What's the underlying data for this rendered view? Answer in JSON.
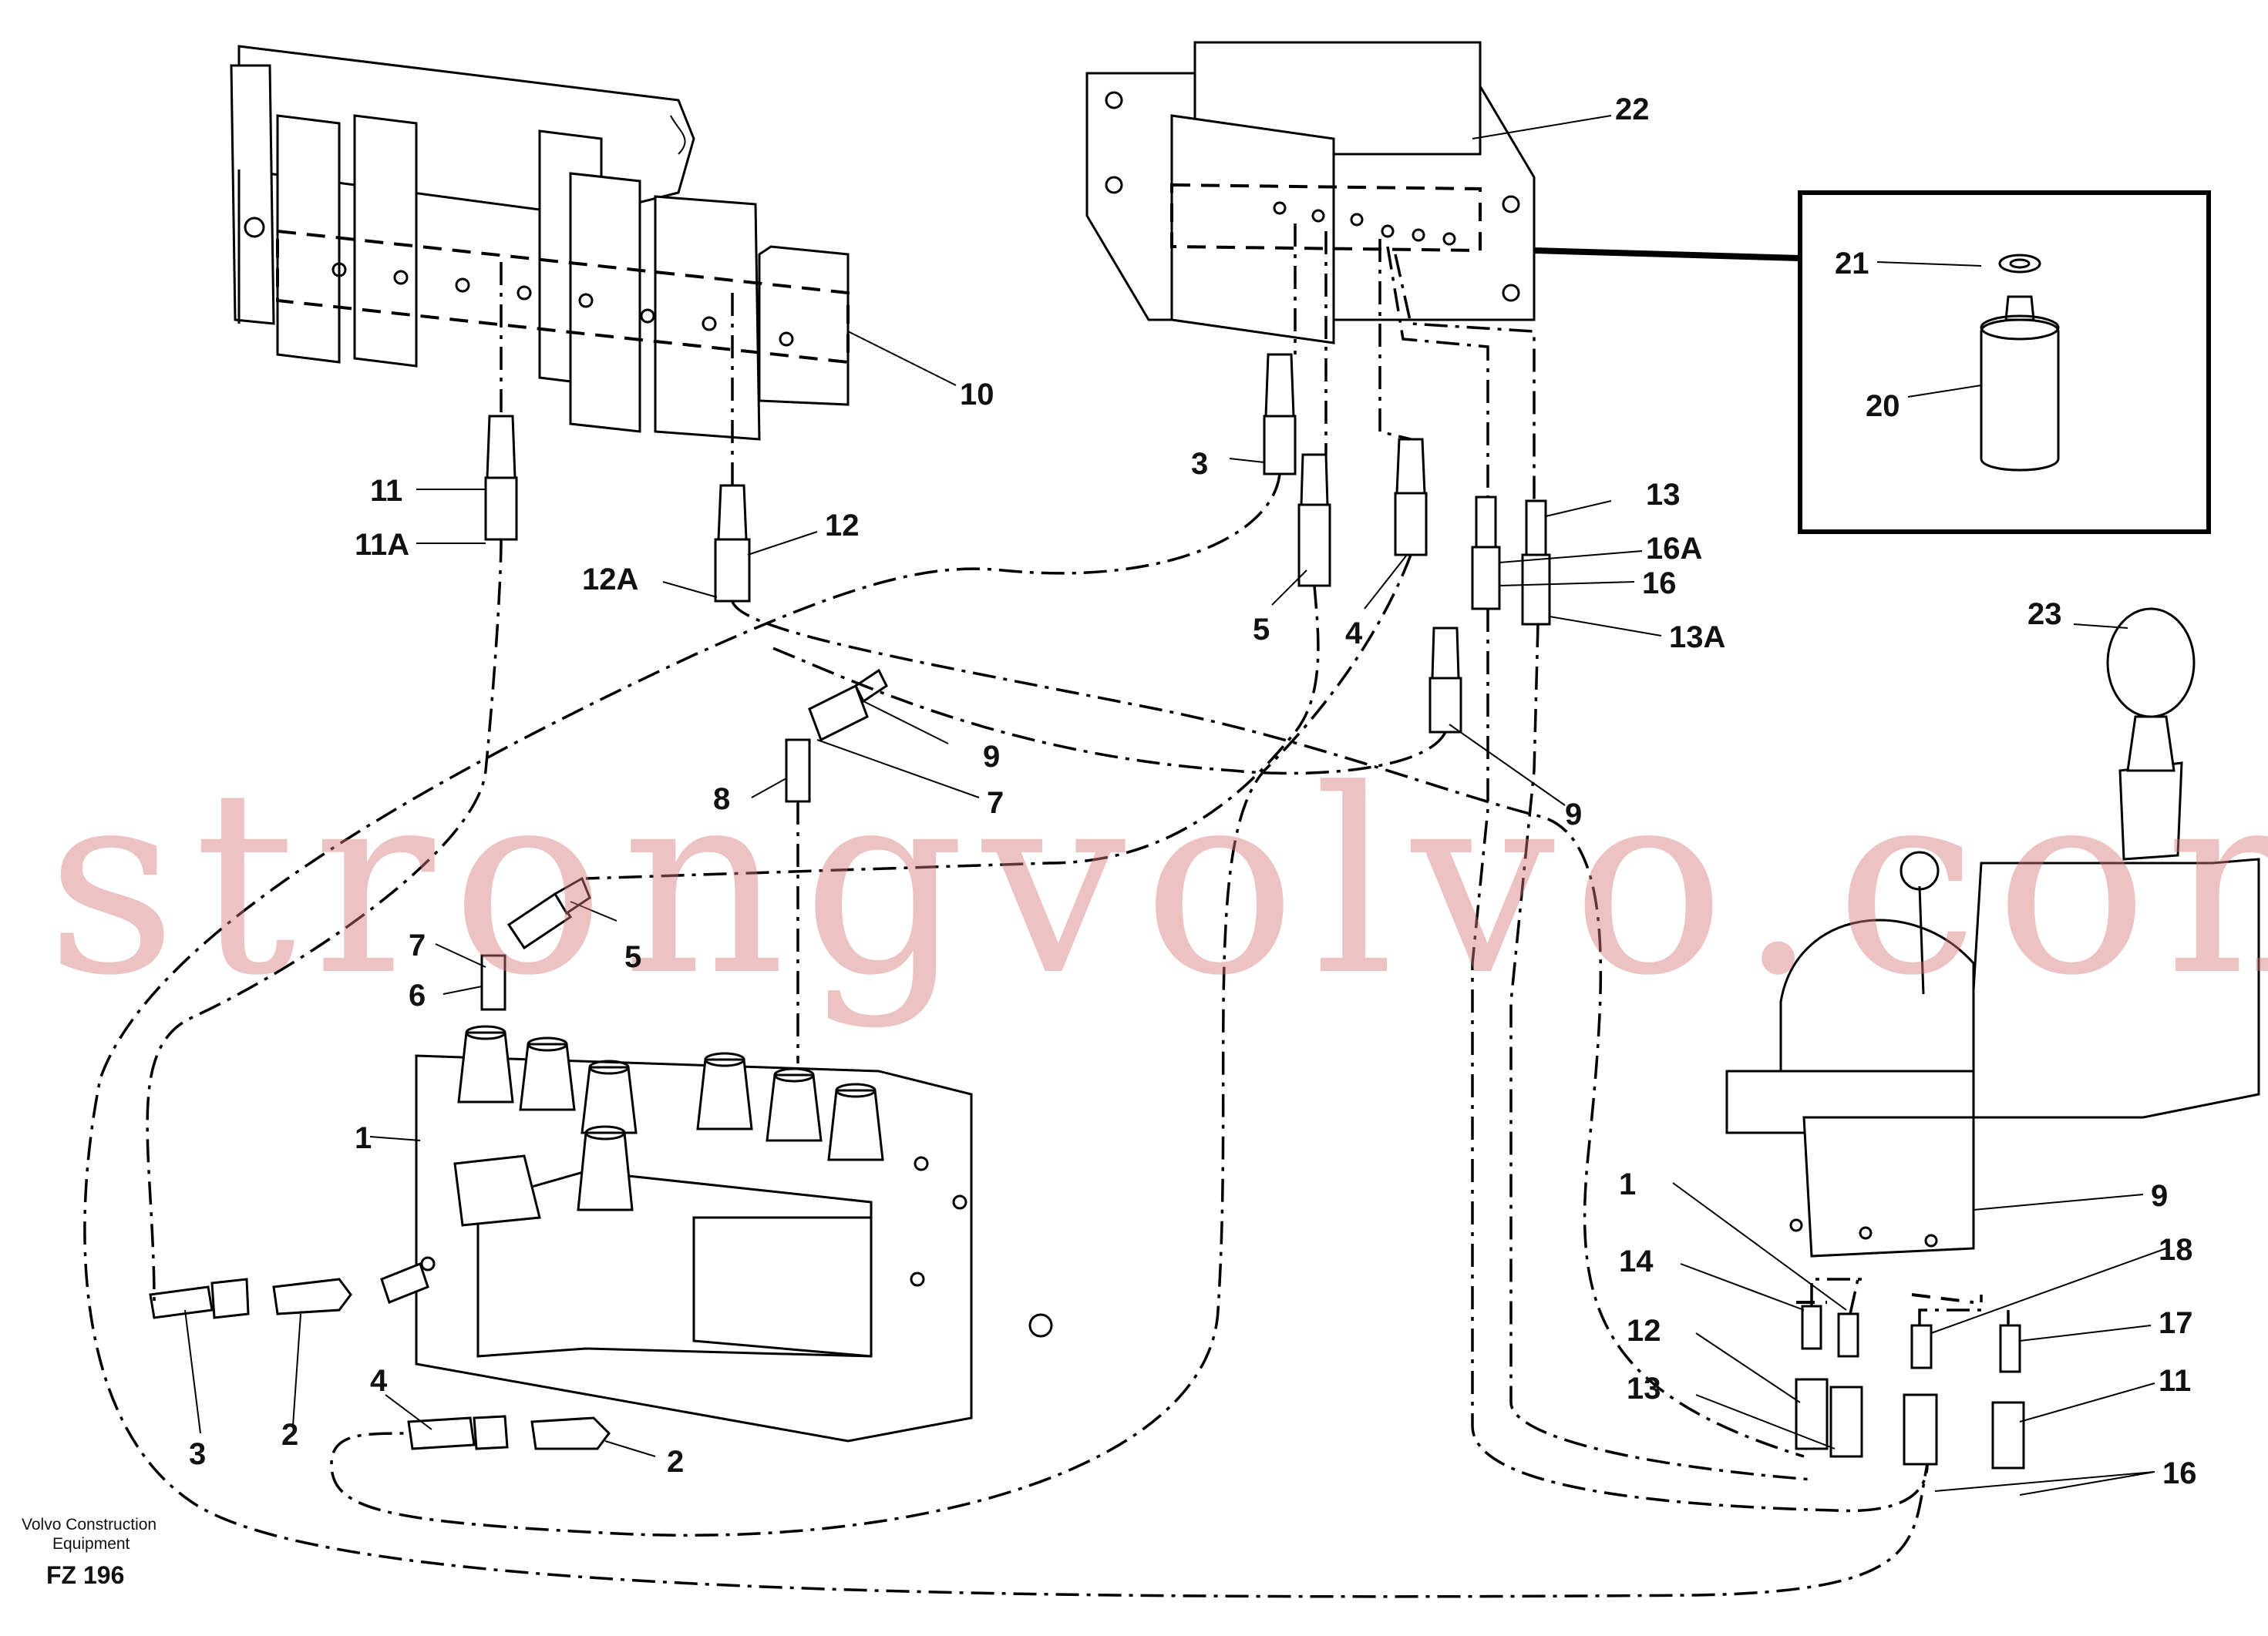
{
  "watermark": "strongvolvo.com",
  "footer": {
    "company_line1": "Volvo Construction",
    "company_line2": "Equipment",
    "figure_code": "FZ 196"
  },
  "callouts": [
    {
      "id": "c-22",
      "text": "22"
    },
    {
      "id": "c-21",
      "text": "21"
    },
    {
      "id": "c-20",
      "text": "20"
    },
    {
      "id": "c-10",
      "text": "10"
    },
    {
      "id": "c-11-top",
      "text": "11"
    },
    {
      "id": "c-11A",
      "text": "11A"
    },
    {
      "id": "c-12-top",
      "text": "12"
    },
    {
      "id": "c-12A",
      "text": "12A"
    },
    {
      "id": "c-3-top",
      "text": "3"
    },
    {
      "id": "c-5-top",
      "text": "5"
    },
    {
      "id": "c-4-top",
      "text": "4"
    },
    {
      "id": "c-13-top",
      "text": "13"
    },
    {
      "id": "c-16A",
      "text": "16A"
    },
    {
      "id": "c-16-top",
      "text": "16"
    },
    {
      "id": "c-13A",
      "text": "13A"
    },
    {
      "id": "c-23",
      "text": "23"
    },
    {
      "id": "c-9-a",
      "text": "9"
    },
    {
      "id": "c-7-a",
      "text": "7"
    },
    {
      "id": "c-8",
      "text": "8"
    },
    {
      "id": "c-9-b",
      "text": "9"
    },
    {
      "id": "c-7-b",
      "text": "7"
    },
    {
      "id": "c-5-mid",
      "text": "5"
    },
    {
      "id": "c-6",
      "text": "6"
    },
    {
      "id": "c-1-left",
      "text": "1"
    },
    {
      "id": "c-3-bot",
      "text": "3"
    },
    {
      "id": "c-2-left",
      "text": "2"
    },
    {
      "id": "c-4-bot",
      "text": "4"
    },
    {
      "id": "c-2-bot",
      "text": "2"
    },
    {
      "id": "c-1-right",
      "text": "1"
    },
    {
      "id": "c-9-right",
      "text": "9"
    },
    {
      "id": "c-14",
      "text": "14"
    },
    {
      "id": "c-18",
      "text": "18"
    },
    {
      "id": "c-12-bot",
      "text": "12"
    },
    {
      "id": "c-17",
      "text": "17"
    },
    {
      "id": "c-13-bot",
      "text": "13"
    },
    {
      "id": "c-11-bot",
      "text": "11"
    },
    {
      "id": "c-16-bot",
      "text": "16"
    }
  ]
}
